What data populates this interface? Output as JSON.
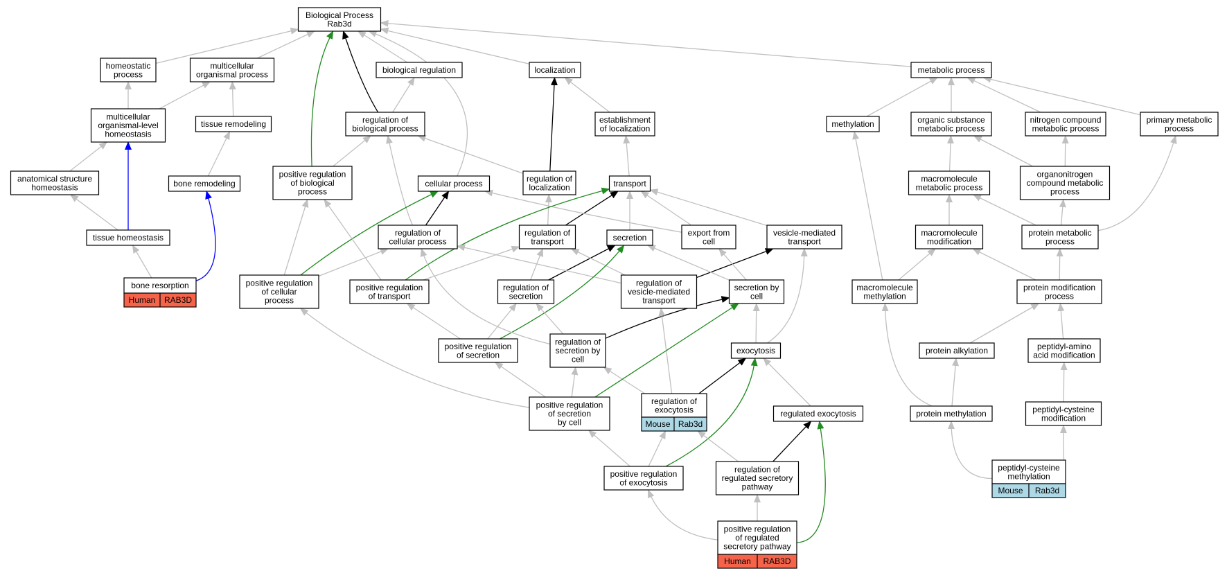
{
  "colors": {
    "gray_edge": "#c0c0c0",
    "black_edge": "#000000",
    "green_edge": "#228b22",
    "blue_edge": "#0000ff",
    "human_badge": "#f4634a",
    "mouse_badge": "#add8e6"
  },
  "nodes": {
    "bp": [
      "Biological Process",
      "Rab3d"
    ],
    "homeostatic": [
      "homeostatic",
      "process"
    ],
    "multicellular_org": [
      "multicellular",
      "organismal process"
    ],
    "biological_regulation": [
      "biological regulation"
    ],
    "localization": [
      "localization"
    ],
    "metabolic": [
      "metabolic process"
    ],
    "mlh": [
      "multicellular",
      "organismal-level",
      "homeostasis"
    ],
    "tissue_remodeling": [
      "tissue remodeling"
    ],
    "reg_bio": [
      "regulation of",
      "biological process"
    ],
    "establishment": [
      "establishment",
      "of localization"
    ],
    "methylation": [
      "methylation"
    ],
    "organic_substance": [
      "organic substance",
      "metabolic process"
    ],
    "nitrogen_compound": [
      "nitrogen compound",
      "metabolic process"
    ],
    "primary_metabolic": [
      "primary metabolic",
      "process"
    ],
    "anatomical": [
      "anatomical structure",
      "homeostasis"
    ],
    "bone_remodeling": [
      "bone remodeling"
    ],
    "pos_reg_bio": [
      "positive regulation",
      "of biological",
      "process"
    ],
    "cellular_process": [
      "cellular process"
    ],
    "reg_localization": [
      "regulation of",
      "localization"
    ],
    "transport": [
      "transport"
    ],
    "macro_metabolic": [
      "macromolecule",
      "metabolic process"
    ],
    "organonitrogen": [
      "organonitrogen",
      "compound metabolic",
      "process"
    ],
    "tissue_homeostasis": [
      "tissue homeostasis"
    ],
    "reg_cellular": [
      "regulation of",
      "cellular process"
    ],
    "reg_transport": [
      "regulation of",
      "transport"
    ],
    "secretion": [
      "secretion"
    ],
    "export_cell": [
      "export from",
      "cell"
    ],
    "vesicle_transport": [
      "vesicle-mediated",
      "transport"
    ],
    "macro_modification": [
      "macromolecule",
      "modification"
    ],
    "protein_metabolic": [
      "protein metabolic",
      "process"
    ],
    "bone_resorption": [
      "bone resorption"
    ],
    "pos_reg_cellular": [
      "positive regulation",
      "of cellular",
      "process"
    ],
    "pos_reg_transport": [
      "positive regulation",
      "of transport"
    ],
    "reg_secretion": [
      "regulation of",
      "secretion"
    ],
    "reg_vesicle": [
      "regulation of",
      "vesicle-mediated",
      "transport"
    ],
    "secretion_by_cell": [
      "secretion by",
      "cell"
    ],
    "macro_methylation": [
      "macromolecule",
      "methylation"
    ],
    "protein_modification": [
      "protein modification",
      "process"
    ],
    "exocytosis": [
      "exocytosis"
    ],
    "pos_reg_secretion": [
      "positive regulation",
      "of secretion"
    ],
    "reg_secretion_cell": [
      "regulation of",
      "secretion by",
      "cell"
    ],
    "protein_alkylation": [
      "protein alkylation"
    ],
    "peptidyl_amino": [
      "peptidyl-amino",
      "acid modification"
    ],
    "reg_exocytosis": [
      "regulation of",
      "exocytosis"
    ],
    "pos_reg_sec_cell": [
      "positive regulation",
      "of secretion",
      "by cell"
    ],
    "regulated_exocytosis": [
      "regulated exocytosis"
    ],
    "protein_methylation": [
      "protein methylation"
    ],
    "peptidyl_cys_mod": [
      "peptidyl-cysteine",
      "modification"
    ],
    "pos_reg_exocytosis": [
      "positive regulation",
      "of exocytosis"
    ],
    "reg_regulated_secretory": [
      "regulation of",
      "regulated secretory",
      "pathway"
    ],
    "peptidyl_cys_meth": [
      "peptidyl-cysteine",
      "methylation"
    ],
    "pos_reg_regulated_secretory": [
      "positive regulation",
      "of regulated",
      "secretory pathway"
    ]
  },
  "badges": {
    "bone_resorption": [
      "Human",
      "RAB3D"
    ],
    "reg_exocytosis": [
      "Mouse",
      "Rab3d"
    ],
    "peptidyl_cys_meth": [
      "Mouse",
      "Rab3d"
    ],
    "pos_reg_regulated_secretory": [
      "Human",
      "RAB3D"
    ]
  }
}
